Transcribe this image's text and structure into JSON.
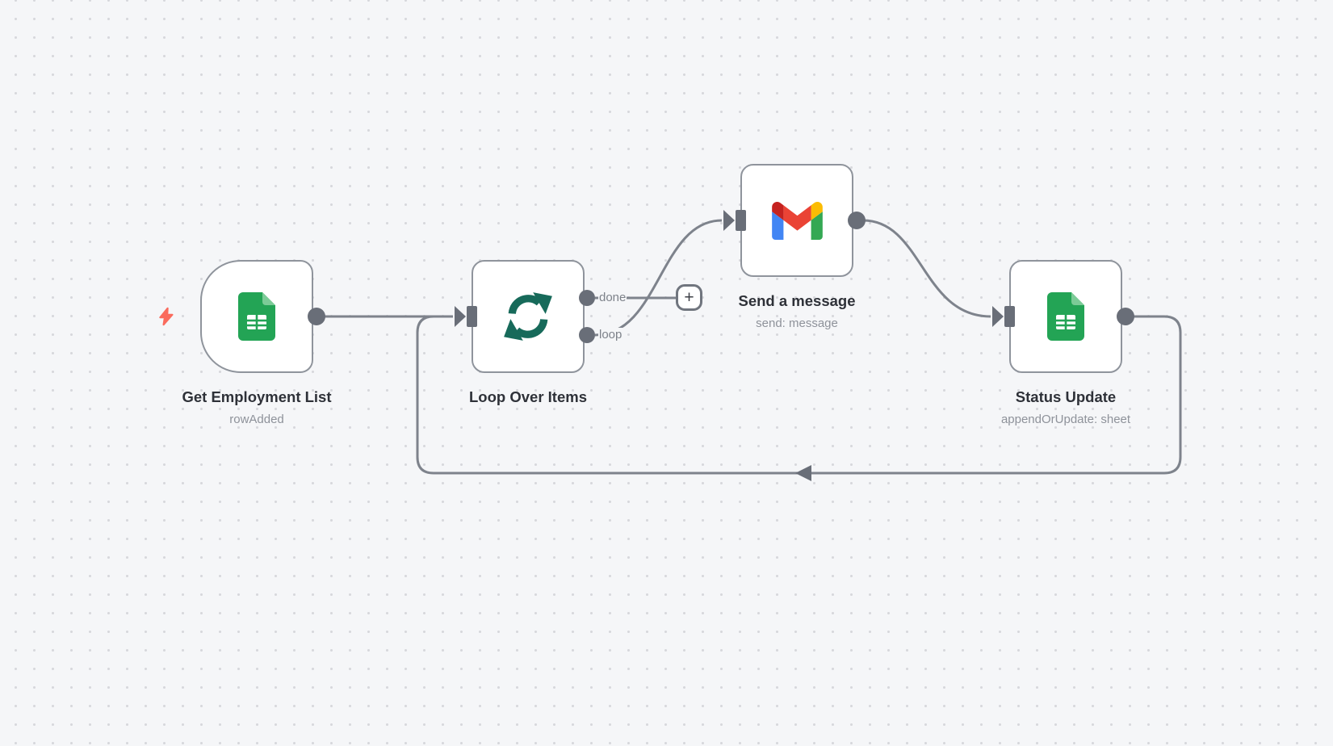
{
  "workflow": {
    "nodes": [
      {
        "title": "Get Employment List",
        "subtitle": "rowAdded",
        "icon": "google-sheets-icon",
        "kind": "trigger",
        "trigger_badge": "lightning-bolt-icon"
      },
      {
        "title": "Loop Over Items",
        "subtitle": "",
        "icon": "loop-icon",
        "outputs": [
          "done",
          "loop"
        ]
      },
      {
        "title": "Send a message",
        "subtitle": "send: message",
        "icon": "gmail-icon"
      },
      {
        "title": "Status Update",
        "subtitle": "appendOrUpdate: sheet",
        "icon": "google-sheets-icon"
      }
    ],
    "edge_labels": {
      "done": "done",
      "loop": "loop"
    },
    "controls": {
      "add_button_label": "+"
    },
    "edges": [
      {
        "from": "Get Employment List",
        "to": "Loop Over Items"
      },
      {
        "from": "Loop Over Items",
        "output": "done",
        "to": "add-node-button"
      },
      {
        "from": "Loop Over Items",
        "output": "loop",
        "to": "Send a message"
      },
      {
        "from": "Send a message",
        "to": "Status Update"
      },
      {
        "from": "Status Update",
        "to": "Loop Over Items",
        "style": "feedback-loop"
      }
    ],
    "colors": {
      "canvas_background": "#f5f6f8",
      "grid_dot": "#d7d8dc",
      "node_border": "#8f949c",
      "wire": "#7e838c",
      "connector": "#696e78",
      "title_text": "#2e3138",
      "subtitle_text": "#8e929a",
      "trigger_bolt": "#fa6b5d",
      "loop_icon": "#176a5a",
      "sheets_green": "#23a455",
      "sheets_fold": "#7ccb97",
      "gmail_red": "#ea4335",
      "gmail_blue": "#4285f4",
      "gmail_green": "#34a853",
      "gmail_yellow": "#fbbc04",
      "gmail_dark_red": "#c5221f"
    }
  }
}
